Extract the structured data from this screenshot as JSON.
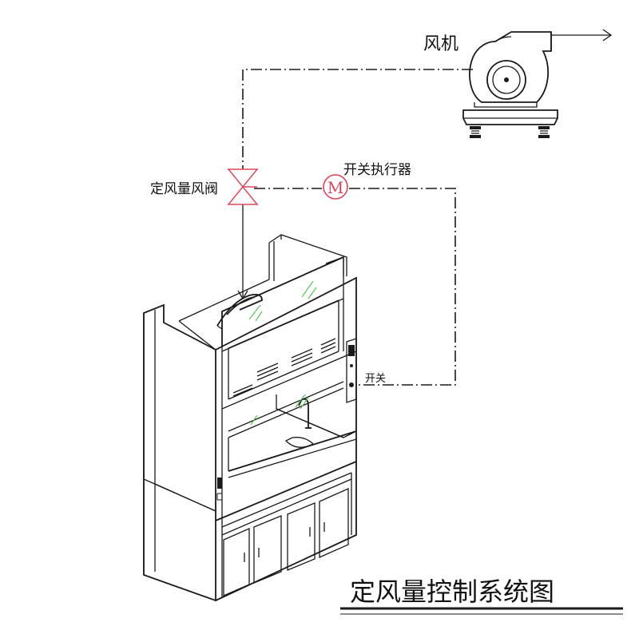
{
  "labels": {
    "fan": "风机",
    "actuator": "开关执行器",
    "actuator_symbol": "M",
    "damper": "定风量风阀",
    "switch": "开关",
    "title": "定风量控制系统图"
  }
}
